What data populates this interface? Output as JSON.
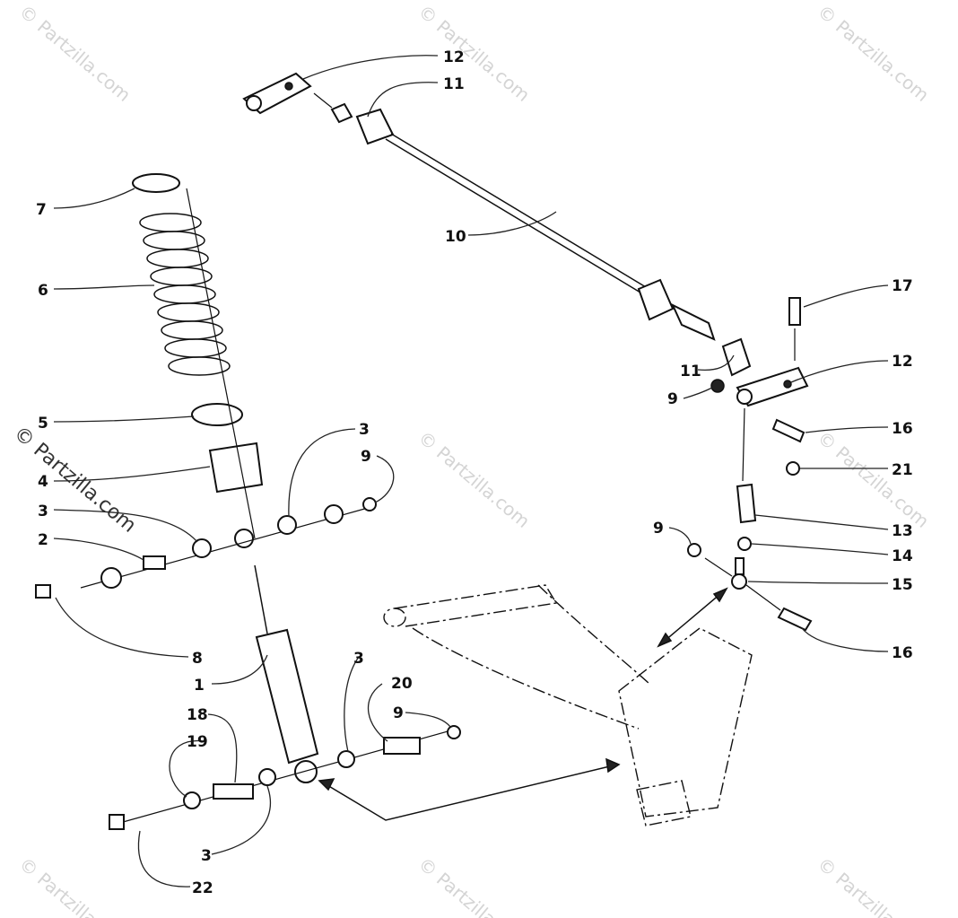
{
  "watermark": {
    "text": "© Partzilla.com",
    "main_text": "© Partzilla.com"
  },
  "callouts": [
    "12",
    "11",
    "7",
    "10",
    "6",
    "17",
    "11",
    "12",
    "9",
    "16",
    "5",
    "3",
    "9",
    "21",
    "4",
    "3",
    "2",
    "13",
    "9",
    "14",
    "8",
    "15",
    "16",
    "1",
    "3",
    "20",
    "9",
    "18",
    "19",
    "3",
    "22"
  ]
}
